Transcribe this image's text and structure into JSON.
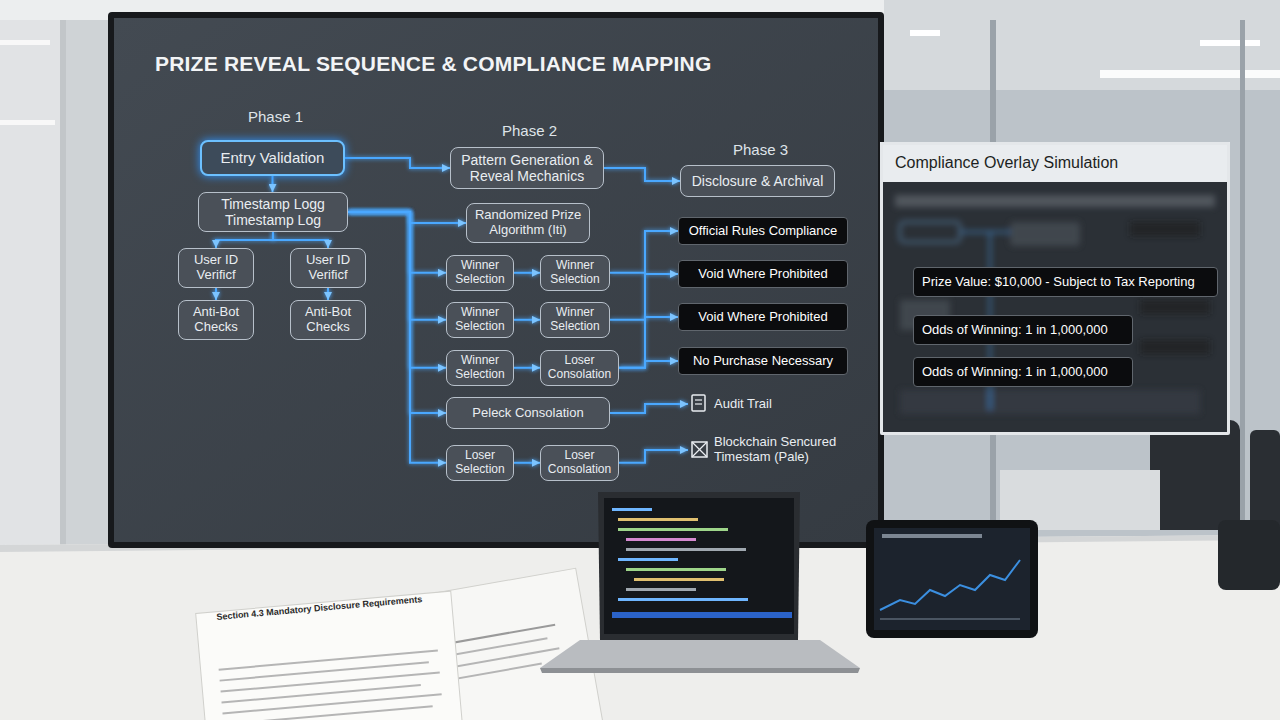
{
  "diagram": {
    "title": "PRIZE REVEAL SEQUENCE & COMPLIANCE MAPPING",
    "nodes": [
      {
        "text": [
          "Entry Validation"
        ]
      },
      {
        "text": [
          "Timestamp Logg Timestamp Log"
        ]
      },
      {
        "text": [
          "User ID Verificf"
        ]
      },
      {
        "text": [
          "User ID Verificf"
        ]
      },
      {
        "text": [
          "Anti-Bot Checks"
        ]
      },
      {
        "text": [
          "Anti-Bot Checks"
        ]
      },
      {
        "text": [
          "Pattern Generation & Reveal Mechanics"
        ]
      },
      {
        "text": [
          "Randomized Prize Algorithm (Iti)"
        ]
      },
      {
        "text": [
          "Winner Selection"
        ]
      },
      {
        "text": [
          "Winner Selection"
        ]
      },
      {
        "text": [
          "Winner Selection"
        ]
      },
      {
        "text": [
          "Winner Selection"
        ]
      },
      {
        "text": [
          "Winner Selection"
        ]
      },
      {
        "text": [
          "Loser Consolation"
        ]
      },
      {
        "text": [
          "Peleck Consolation"
        ]
      },
      {
        "text": [
          "Loser Selection"
        ]
      },
      {
        "text": [
          "Loser Consolation"
        ]
      },
      {
        "text": [
          "Disclosure & Archival"
        ]
      },
      {
        "text": [
          "Official Rules Compliance"
        ]
      },
      {
        "text": [
          "Void Where Prohibited"
        ]
      },
      {
        "text": [
          "Void Where Prohibited"
        ]
      },
      {
        "text": [
          "No Purchase Necessary"
        ]
      },
      {
        "text": [
          "Audit Trail"
        ]
      },
      {
        "text": [
          "Blockchain Sencured Timestam (Pale)"
        ]
      },
      {
        "text": [
          "Compliance Overlay Simulation"
        ]
      },
      {
        "text": [
          "Prize Value: $10,000 - Subject to Tax Reporting"
        ],
        "in": 24
      },
      {
        "text": [
          "Odds of Winning: 1 in 1,000,000"
        ],
        "in": 24
      },
      {
        "text": [
          "Odds of Winning: 1 in 1,000,000"
        ],
        "in": 24
      }
    ],
    "edges": [
      {
        "from": 0,
        "to": 1,
        "arrow": "to"
      },
      {
        "from": 1,
        "to": 2,
        "arrow": "to"
      },
      {
        "from": 1,
        "to": 3,
        "arrow": "to"
      },
      {
        "from": 2,
        "to": 4,
        "arrow": "to"
      },
      {
        "from": 3,
        "to": 5,
        "arrow": "to"
      },
      {
        "from": 0,
        "to": 6,
        "arrow": "to"
      },
      {
        "from": 1,
        "to": 7,
        "arrow": "to"
      },
      {
        "from": 1,
        "to": 8,
        "arrow": "to"
      },
      {
        "from": 1,
        "to": 10,
        "arrow": "to"
      },
      {
        "from": 1,
        "to": 12,
        "arrow": "to"
      },
      {
        "from": 1,
        "to": 14,
        "arrow": "to"
      },
      {
        "from": 1,
        "to": 15,
        "arrow": "to"
      },
      {
        "from": 8,
        "to": 9,
        "arrow": "to"
      },
      {
        "from": 10,
        "to": 11,
        "arrow": "to"
      },
      {
        "from": 12,
        "to": 13,
        "arrow": "to"
      },
      {
        "from": 15,
        "to": 16,
        "arrow": "to"
      },
      {
        "from": 6,
        "to": 17,
        "arrow": "to"
      },
      {
        "from": 9,
        "to": 18,
        "arrow": "to"
      },
      {
        "from": 11,
        "to": 19,
        "arrow": "to"
      },
      {
        "from": 13,
        "to": 20,
        "arrow": "to"
      },
      {
        "from": 13,
        "to": 21,
        "arrow": "to"
      },
      {
        "from": 14,
        "to": 22,
        "arrow": "to"
      },
      {
        "from": 16,
        "to": 23,
        "arrow": "to"
      }
    ],
    "labels": [
      "Phase 1",
      "Phase 2",
      "Phase 3",
      "Section 4.3 Mandatory Disclosure Requirements"
    ]
  }
}
